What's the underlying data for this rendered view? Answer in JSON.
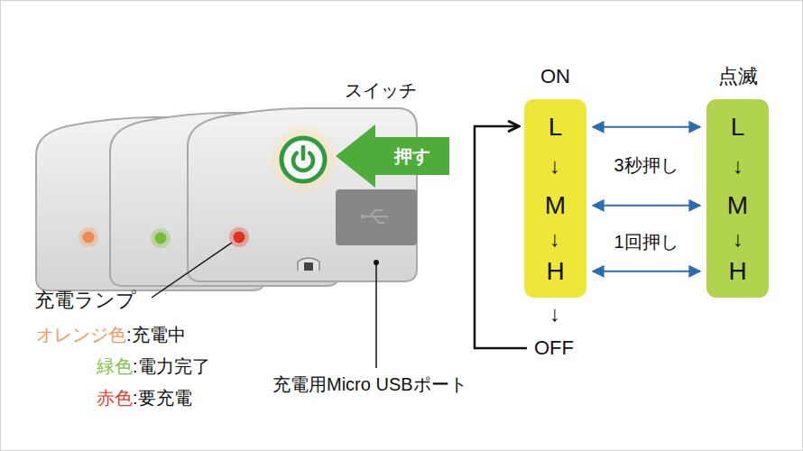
{
  "diagram": {
    "nodes": [
      {
        "text": [
          "押す"
        ]
      },
      {
        "text": [
          "ON"
        ]
      },
      {
        "text": [
          "L"
        ],
        "in": 1
      },
      {
        "text": [
          "M"
        ],
        "in": 1
      },
      {
        "text": [
          "H"
        ],
        "in": 1
      },
      {
        "text": [
          "点滅"
        ]
      },
      {
        "text": [
          "L"
        ],
        "in": 5
      },
      {
        "text": [
          "M"
        ],
        "in": 5
      },
      {
        "text": [
          "H"
        ],
        "in": 5
      }
    ],
    "edges": [
      {
        "from": 2,
        "to": 6,
        "arrow": "both"
      },
      {
        "from": 3,
        "to": 7,
        "arrow": "both"
      },
      {
        "from": 4,
        "to": 8,
        "arrow": "both"
      }
    ],
    "labels": [
      "スイッチ",
      "充電ランプ",
      "オレンジ色",
      ":充電中",
      "緑色",
      ":電力完了",
      "赤色",
      ":要充電",
      "充電用Micro USBポート",
      "↓",
      "↓",
      "↓",
      "OFF",
      "↓",
      "↓",
      "3秒押し",
      "1回押し"
    ]
  }
}
